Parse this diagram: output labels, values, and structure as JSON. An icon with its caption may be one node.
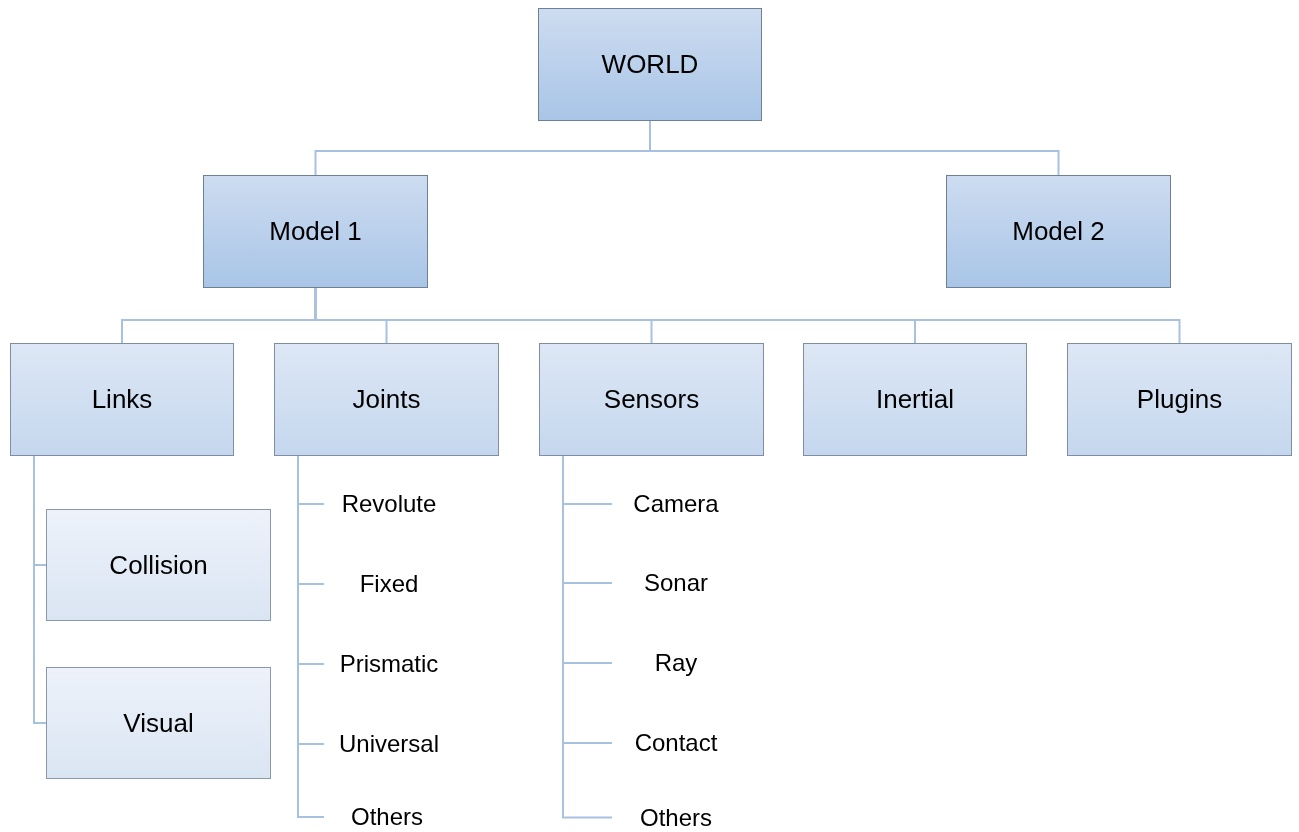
{
  "diagram": {
    "nodes": [
      {
        "text": [
          "WORLD"
        ]
      },
      {
        "text": [
          "Model 1"
        ]
      },
      {
        "text": [
          "Model 2"
        ]
      },
      {
        "text": [
          "Links"
        ]
      },
      {
        "text": [
          "Joints"
        ]
      },
      {
        "text": [
          "Sensors"
        ]
      },
      {
        "text": [
          "Inertial"
        ]
      },
      {
        "text": [
          "Plugins"
        ]
      },
      {
        "text": [
          "Collision"
        ]
      },
      {
        "text": [
          "Visual"
        ]
      },
      {
        "text": [
          "Revolute"
        ]
      },
      {
        "text": [
          "Fixed"
        ]
      },
      {
        "text": [
          "Prismatic"
        ]
      },
      {
        "text": [
          "Universal"
        ]
      },
      {
        "text": [
          "Others"
        ]
      },
      {
        "text": [
          "Camera"
        ]
      },
      {
        "text": [
          "Sonar"
        ]
      },
      {
        "text": [
          "Ray"
        ]
      },
      {
        "text": [
          "Contact"
        ]
      },
      {
        "text": [
          "Others"
        ]
      }
    ],
    "edges": [
      {
        "from": 0,
        "to": 1,
        "arrow": "none"
      },
      {
        "from": 0,
        "to": 2,
        "arrow": "none"
      },
      {
        "from": 1,
        "to": 3,
        "arrow": "none"
      },
      {
        "from": 1,
        "to": 4,
        "arrow": "none"
      },
      {
        "from": 1,
        "to": 5,
        "arrow": "none"
      },
      {
        "from": 1,
        "to": 6,
        "arrow": "none"
      },
      {
        "from": 1,
        "to": 7,
        "arrow": "none"
      },
      {
        "from": 3,
        "to": 8,
        "arrow": "none"
      },
      {
        "from": 3,
        "to": 9,
        "arrow": "none"
      },
      {
        "from": 4,
        "to": 10,
        "arrow": "none"
      },
      {
        "from": 4,
        "to": 11,
        "arrow": "none"
      },
      {
        "from": 4,
        "to": 12,
        "arrow": "none"
      },
      {
        "from": 4,
        "to": 13,
        "arrow": "none"
      },
      {
        "from": 4,
        "to": 14,
        "arrow": "none"
      },
      {
        "from": 5,
        "to": 15,
        "arrow": "none"
      },
      {
        "from": 5,
        "to": 16,
        "arrow": "none"
      },
      {
        "from": 5,
        "to": 17,
        "arrow": "none"
      },
      {
        "from": 5,
        "to": 18,
        "arrow": "none"
      },
      {
        "from": 5,
        "to": 19,
        "arrow": "none"
      }
    ]
  }
}
